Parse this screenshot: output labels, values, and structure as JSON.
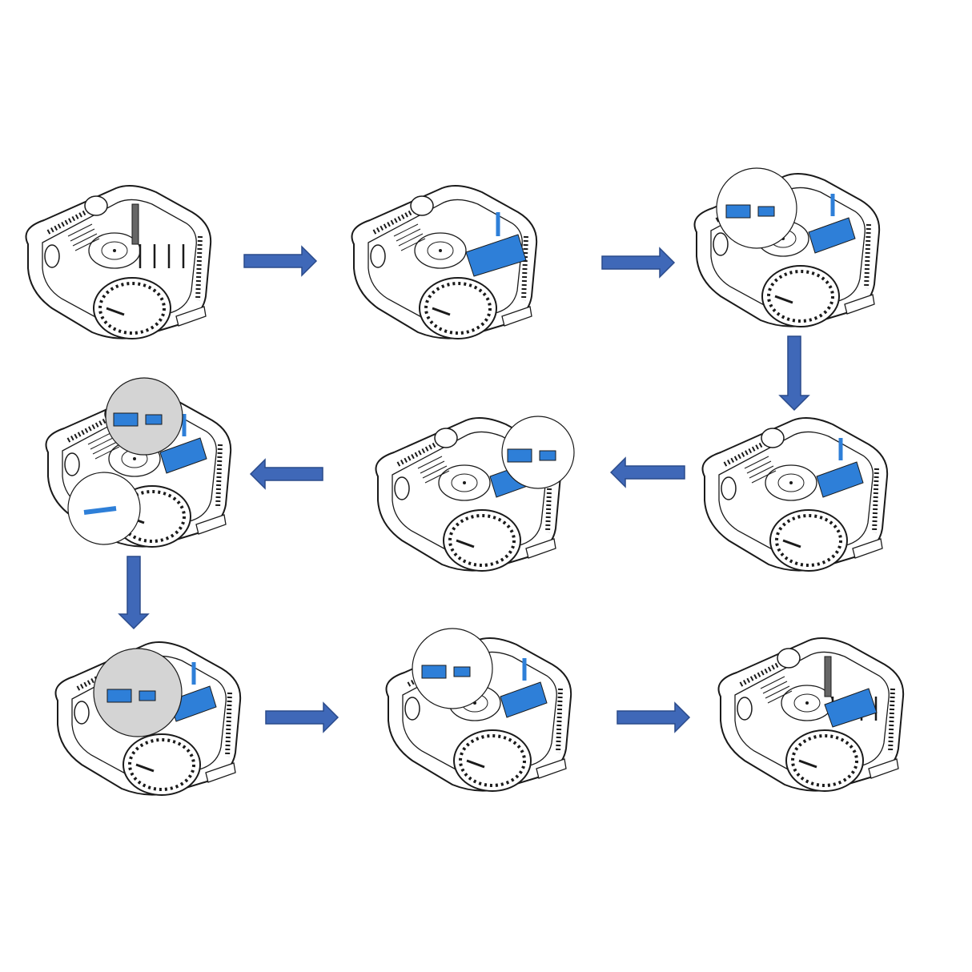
{
  "diagram": {
    "colors": {
      "arrow_fill": "#3f68b8",
      "arrow_stroke": "#2a4a8a",
      "highlight": "#2e7fd8",
      "line": "#1a1a1a",
      "inset_fill": "#d4d4d4"
    },
    "step_count": 9,
    "arrows": [
      {
        "from": 1,
        "to": 2,
        "direction": "right"
      },
      {
        "from": 2,
        "to": 3,
        "direction": "right"
      },
      {
        "from": 3,
        "to": 4,
        "direction": "down"
      },
      {
        "from": 4,
        "to": 5,
        "direction": "left"
      },
      {
        "from": 5,
        "to": 6,
        "direction": "left"
      },
      {
        "from": 6,
        "to": 7,
        "direction": "down"
      },
      {
        "from": 7,
        "to": 8,
        "direction": "right"
      },
      {
        "from": 8,
        "to": 9,
        "direction": "right"
      }
    ]
  }
}
